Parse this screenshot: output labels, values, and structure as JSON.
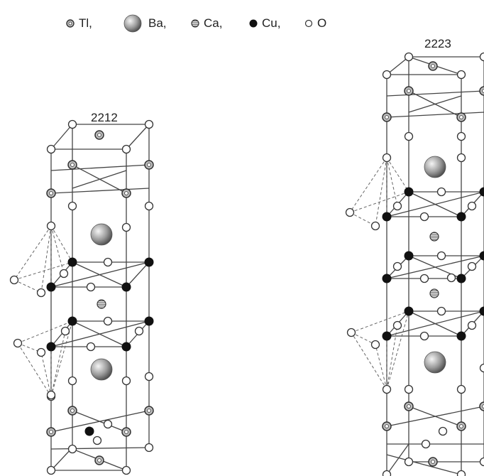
{
  "legend": {
    "items": [
      {
        "atom": "Tl",
        "label": "Tl,"
      },
      {
        "atom": "Ba",
        "label": "Ba,"
      },
      {
        "atom": "Ca",
        "label": "Ca,"
      },
      {
        "atom": "Cu",
        "label": "Cu,"
      },
      {
        "atom": "O",
        "label": "O"
      }
    ]
  },
  "structures": [
    {
      "id": "2212",
      "title": "2212"
    },
    {
      "id": "2223",
      "title": "2223"
    }
  ],
  "colors": {
    "line": "#444444",
    "dashed": "#666666",
    "cu_fill": "#111111",
    "o_fill": "#ffffff",
    "tl_fill": "#bdbdbd",
    "ba_light": "#f2f2f2",
    "ba_dark": "#4a4a4a"
  }
}
